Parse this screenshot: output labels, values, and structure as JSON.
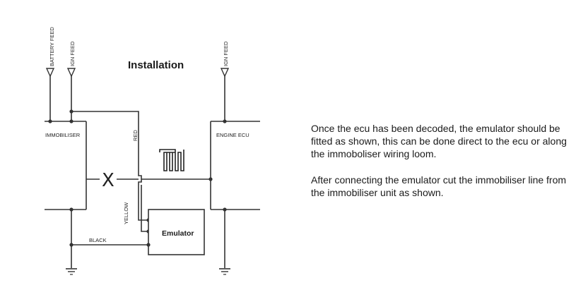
{
  "diagram": {
    "title": "Installation",
    "feeds": {
      "battery": "BATTERY FEED",
      "ign_left": "IGN FEED",
      "ign_right": "IGN FEED"
    },
    "components": {
      "immobiliser": "IMMOBILISER",
      "engine_ecu": "ENGINE ECU",
      "emulator": "Emulator"
    },
    "wires": {
      "red": "RED",
      "yellow": "YELLOW",
      "black": "BLACK"
    },
    "cut_mark": "X"
  },
  "description": {
    "paragraph_1": "Once the ecu has been decoded, the emulator should be fitted as shown, this can be done direct to the ecu or along the immoboliser wiring loom.",
    "paragraph_2": "After connecting the emulator cut the immobiliser line from the immobiliser unit as shown."
  }
}
